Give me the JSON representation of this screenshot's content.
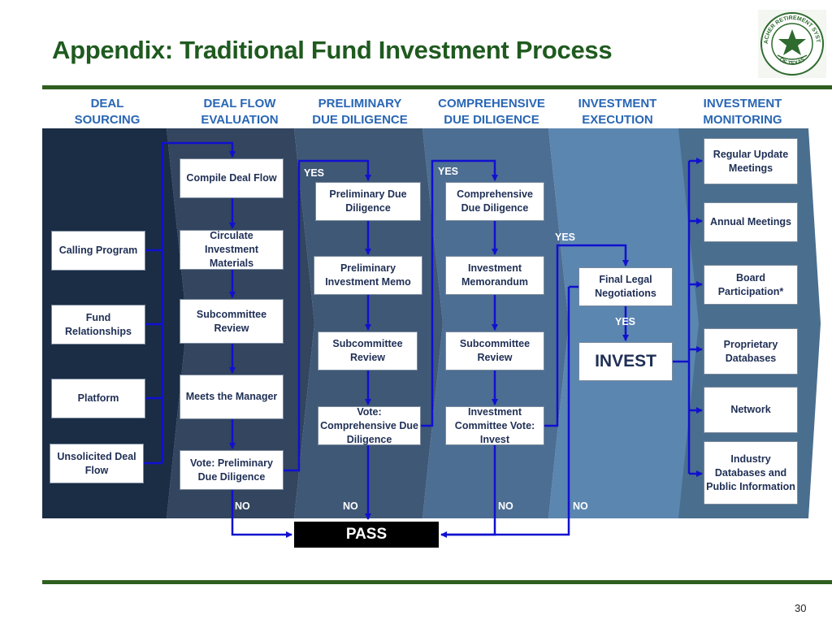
{
  "title": "Appendix: Traditional Fund Investment Process",
  "logo": {
    "ring_text_top": "TEACHER RETIREMENT SYSTEM",
    "ring_text_bottom": "OF TEXAS"
  },
  "phases": [
    {
      "line1": "DEAL",
      "line2": "SOURCING"
    },
    {
      "line1": "DEAL FLOW",
      "line2": "EVALUATION"
    },
    {
      "line1": "PRELIMINARY",
      "line2": "DUE DILIGENCE"
    },
    {
      "line1": "COMPREHENSIVE",
      "line2": "DUE DILIGENCE"
    },
    {
      "line1": "INVESTMENT",
      "line2": "EXECUTION"
    },
    {
      "line1": "INVESTMENT",
      "line2": "MONITORING"
    }
  ],
  "sourcing": [
    "Calling Program",
    "Fund Relationships",
    "Platform",
    "Unsolicited Deal Flow"
  ],
  "evaluation": [
    "Compile Deal Flow",
    "Circulate Investment Materials",
    "Subcommittee Review",
    "Meets the Manager",
    "Vote: Preliminary Due Diligence"
  ],
  "preliminary": [
    "Preliminary Due Diligence",
    "Preliminary Investment Memo",
    "Subcommittee Review",
    "Vote: Comprehensive Due Diligence"
  ],
  "comprehensive": [
    "Comprehensive Due Diligence",
    "Investment Memorandum",
    "Subcommittee Review",
    "Investment Committee Vote: Invest"
  ],
  "execution": {
    "negotiations": "Final Legal Negotiations",
    "invest": "INVEST"
  },
  "monitoring": [
    "Regular Update Meetings",
    "Annual Meetings",
    "Board Participation*",
    "Proprietary Databases",
    "Network",
    "Industry Databases and Public Information"
  ],
  "labels": {
    "yes": "YES",
    "no": "NO"
  },
  "pass": "PASS",
  "page_number": "30",
  "colors": {
    "title": "#1f5a1f",
    "phase_header": "#2966b4",
    "arrow": "#1010d0",
    "box_text": "#1f2f55"
  }
}
